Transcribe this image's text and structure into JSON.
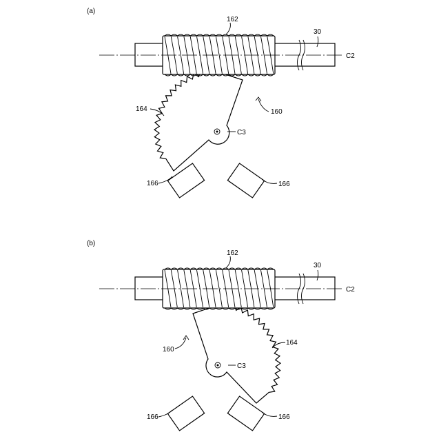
{
  "panels": [
    {
      "id": "a",
      "label": "(a)",
      "labels": {
        "worm": "162",
        "shaft": "30",
        "shaft_axis": "C2",
        "sector_gear": "164",
        "mechanism": "160",
        "pivot_axis": "C3",
        "sensor_left": "166",
        "sensor_right": "166"
      }
    },
    {
      "id": "b",
      "label": "(b)",
      "labels": {
        "worm": "162",
        "shaft": "30",
        "shaft_axis": "C2",
        "sector_gear": "164",
        "mechanism": "160",
        "pivot_axis": "C3",
        "sensor_left": "166",
        "sensor_right": "166"
      }
    }
  ]
}
